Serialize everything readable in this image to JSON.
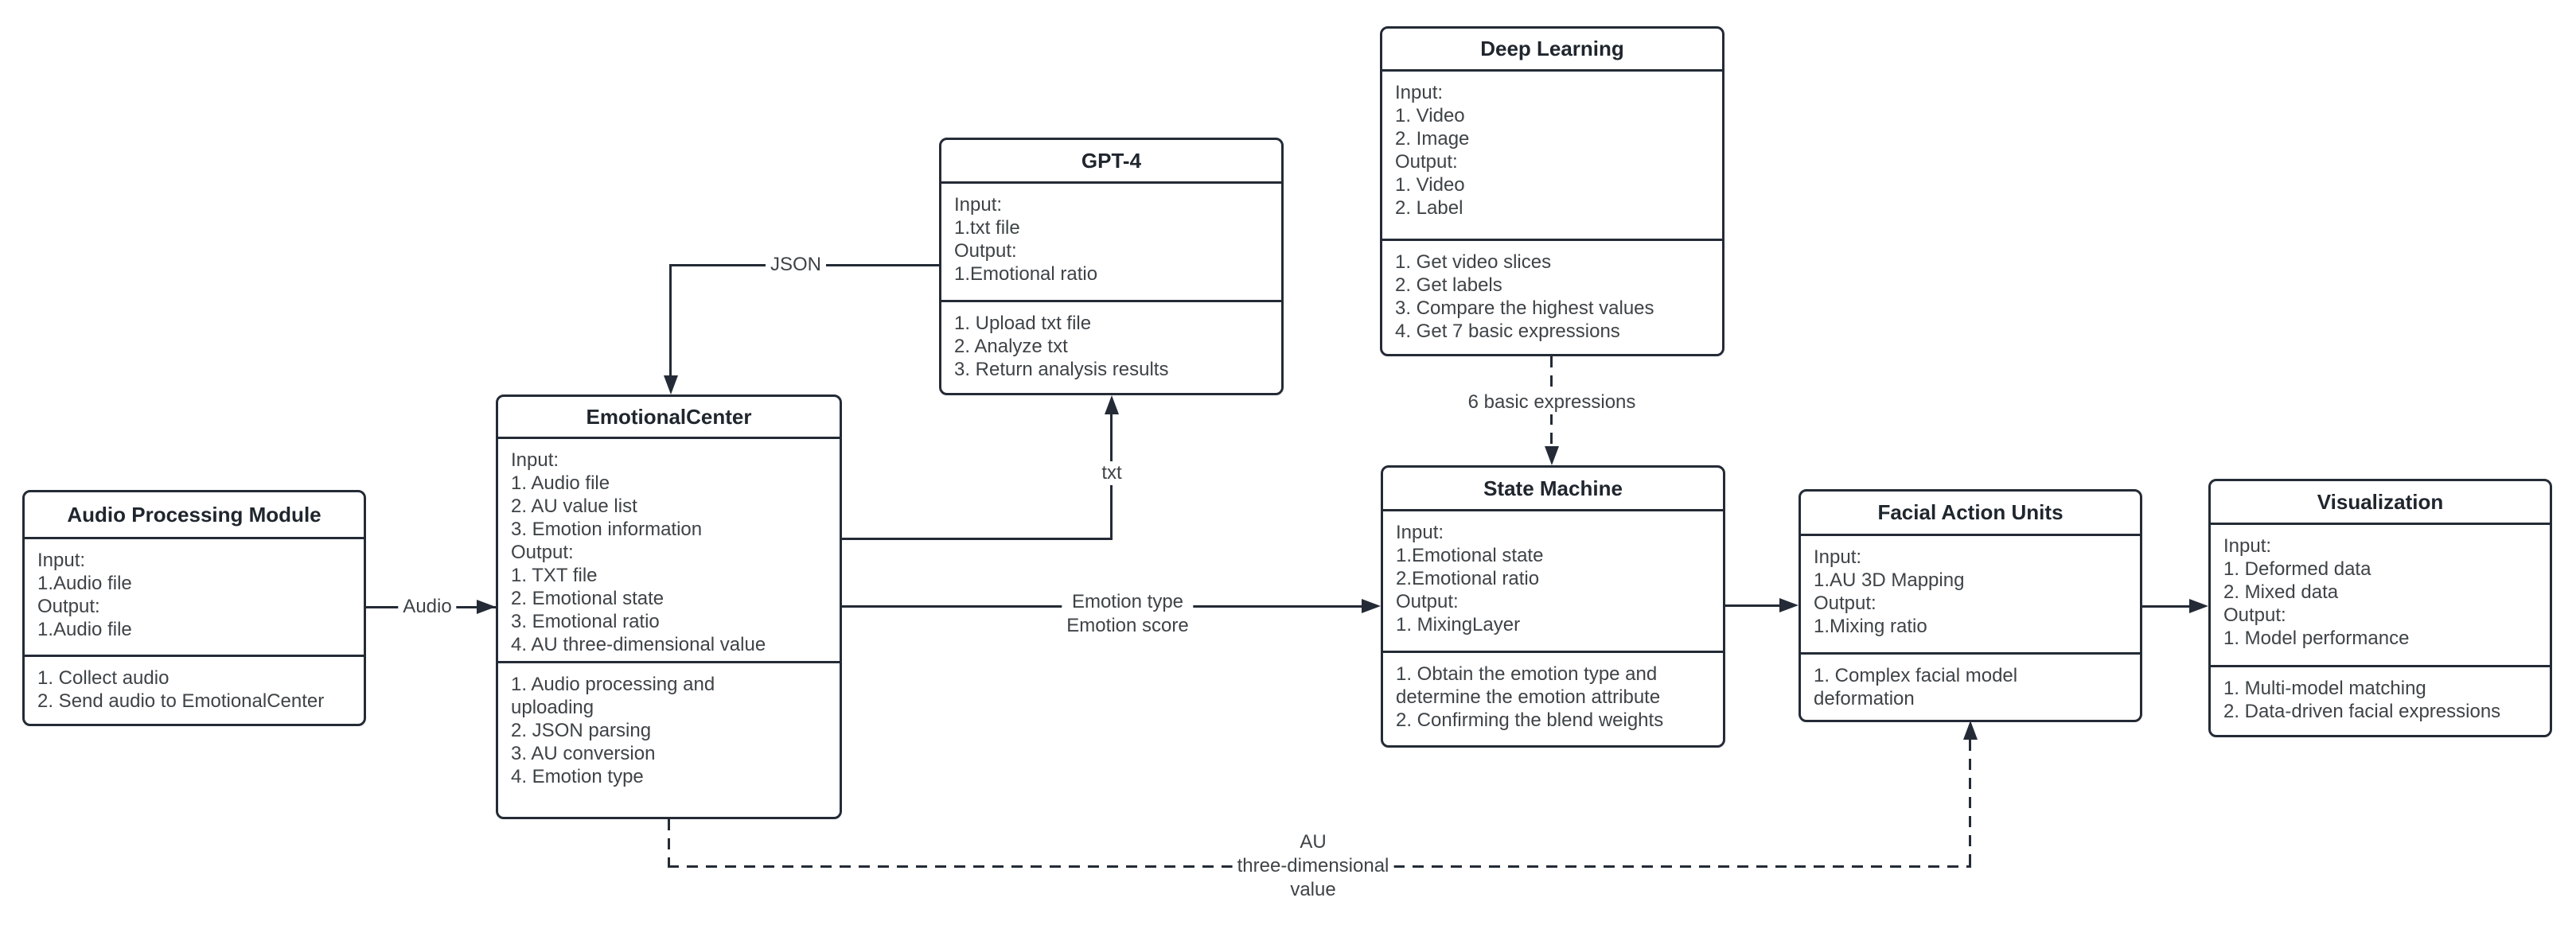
{
  "diagram": {
    "boxes": [
      {
        "id": "audio-processing-module",
        "title": "Audio Processing Module",
        "attributes": [
          "Input:",
          "1.Audio file",
          "Output:",
          "1.Audio file"
        ],
        "methods": [
          "1. Collect audio",
          "2. Send audio to EmotionalCenter"
        ]
      },
      {
        "id": "emotional-center",
        "title": "EmotionalCenter",
        "attributes": [
          "Input:",
          "1. Audio file",
          "2. AU value list",
          "3. Emotion information",
          "Output:",
          "1. TXT file",
          "2. Emotional state",
          "3. Emotional ratio",
          "4. AU three-dimensional value"
        ],
        "methods": [
          "1. Audio processing and",
          "uploading",
          "2. JSON parsing",
          "3. AU conversion",
          "4. Emotion type"
        ]
      },
      {
        "id": "gpt-4",
        "title": "GPT-4",
        "attributes": [
          "Input:",
          "1.txt file",
          "Output:",
          "1.Emotional ratio"
        ],
        "methods": [
          "1. Upload txt file",
          "2. Analyze txt",
          "3. Return analysis results"
        ]
      },
      {
        "id": "deep-learning",
        "title": "Deep Learning",
        "attributes": [
          "Input:",
          "1. Video",
          "2. Image",
          "Output:",
          "1. Video",
          "2. Label"
        ],
        "methods": [
          "1. Get video slices",
          "2. Get labels",
          "3. Compare the highest values",
          "4. Get 7 basic expressions"
        ]
      },
      {
        "id": "state-machine",
        "title": "State Machine",
        "attributes": [
          "Input:",
          "1.Emotional state",
          "2.Emotional ratio",
          "Output:",
          "1. MixingLayer"
        ],
        "methods": [
          "1. Obtain the emotion type and",
          "determine the emotion attribute",
          "2. Confirming the blend weights"
        ]
      },
      {
        "id": "facial-action-units",
        "title": "Facial Action Units",
        "attributes": [
          "Input:",
          "1.AU 3D Mapping",
          "Output:",
          "1.Mixing ratio"
        ],
        "methods": [
          "1. Complex facial model",
          "deformation"
        ]
      },
      {
        "id": "visualization",
        "title": "Visualization",
        "attributes": [
          "Input:",
          "1. Deformed data",
          "2. Mixed data",
          "Output:",
          "1. Model performance"
        ],
        "methods": [
          "1. Multi-model matching",
          "2. Data-driven facial expressions"
        ]
      }
    ],
    "edge_labels": {
      "audio": "Audio",
      "json": "JSON",
      "txt": "txt",
      "emotion": [
        "Emotion type",
        "Emotion score"
      ],
      "six_basic": "6 basic expressions",
      "au_value": [
        "AU",
        "three-dimensional",
        "value"
      ]
    },
    "colors": {
      "line": "#242b36",
      "text": "#3e4347",
      "title": "#20262e",
      "background": "#ffffff"
    }
  }
}
